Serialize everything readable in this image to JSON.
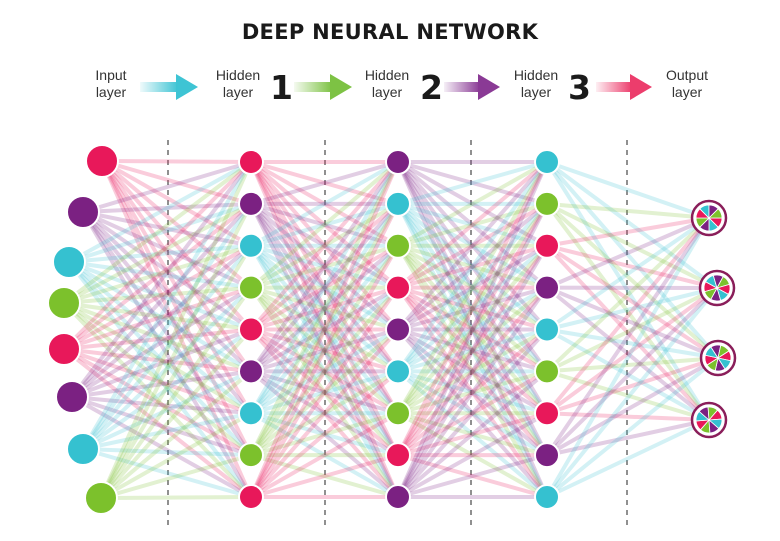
{
  "title": "DEEP NEURAL NETWORK",
  "stages": [
    {
      "line1": "Input",
      "line2": "layer",
      "number": ""
    },
    {
      "line1": "Hidden",
      "line2": "layer",
      "number": "1"
    },
    {
      "line1": "Hidden",
      "line2": "layer",
      "number": "2"
    },
    {
      "line1": "Hidden",
      "line2": "layer",
      "number": "3"
    },
    {
      "line1": "Output",
      "line2": "layer",
      "number": ""
    }
  ],
  "colors": {
    "pink": "#e8185a",
    "purple": "#7b2182",
    "cyan": "#35c1d0",
    "green": "#7cc12c",
    "arrow_cyan": "#3ec4d4",
    "arrow_green": "#7dc244",
    "arrow_purple": "#8a3a95",
    "arrow_pink": "#ec3d6c"
  },
  "layers": [
    {
      "name": "input",
      "nodes": [
        "pink",
        "purple",
        "cyan",
        "green",
        "pink",
        "purple",
        "cyan",
        "green"
      ]
    },
    {
      "name": "hidden-1",
      "nodes": [
        "pink",
        "purple",
        "cyan",
        "green",
        "pink",
        "purple",
        "cyan",
        "green",
        "pink"
      ]
    },
    {
      "name": "hidden-2",
      "nodes": [
        "purple",
        "cyan",
        "green",
        "pink",
        "purple",
        "cyan",
        "green",
        "pink",
        "purple"
      ]
    },
    {
      "name": "hidden-3",
      "nodes": [
        "cyan",
        "green",
        "pink",
        "purple",
        "cyan",
        "green",
        "pink",
        "purple",
        "cyan"
      ]
    },
    {
      "name": "output",
      "nodes": [
        "wheel",
        "wheel",
        "wheel",
        "wheel"
      ]
    }
  ]
}
